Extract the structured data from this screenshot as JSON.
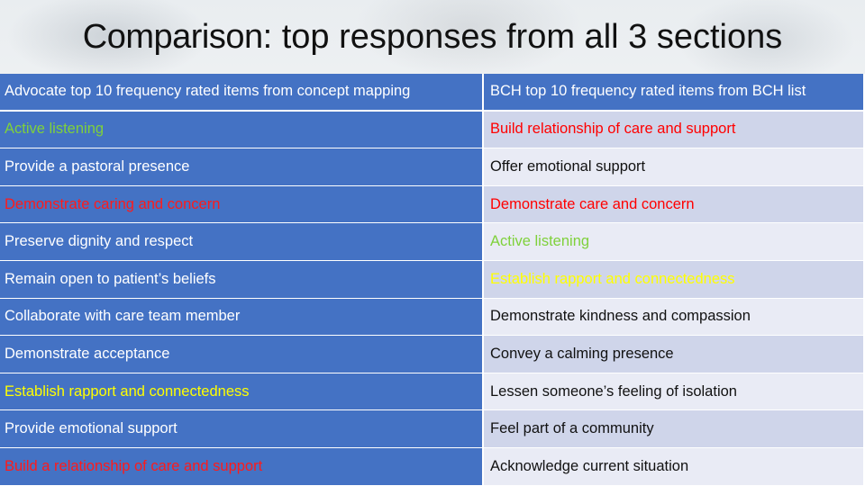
{
  "slide": {
    "title_strong": "Comparison",
    "title_rest": ": top responses from all 3 sections"
  },
  "table": {
    "headers": [
      "Advocate top 10 frequency rated items from concept mapping",
      "BCH top 10 frequency rated items from BCH list"
    ],
    "rows": [
      [
        "Active listening",
        "Build relationship of care and support"
      ],
      [
        "Provide a pastoral presence",
        "Offer emotional support"
      ],
      [
        "Demonstrate caring and concern",
        "Demonstrate care and concern"
      ],
      [
        "Preserve dignity and respect",
        "Active listening"
      ],
      [
        "Remain open to patient’s beliefs",
        "Establish rapport and connectedness"
      ],
      [
        "Collaborate with care team member",
        "Demonstrate kindness and compassion"
      ],
      [
        "Demonstrate acceptance",
        "Convey a calming presence"
      ],
      [
        "Establish rapport and connectedness",
        "Lessen someone’s feeling of isolation"
      ],
      [
        "Provide emotional support",
        "Feel part of a community"
      ],
      [
        "Build a relationship of care and support",
        "Acknowledge current situation"
      ]
    ],
    "colors": {
      "header_bg": "#4472c4",
      "left_bg": "#4472c4",
      "right_bg_odd": "#cfd5ea",
      "right_bg_even": "#e9ebf5",
      "highlight_green": "#7fd13b",
      "highlight_red": "#ff0000",
      "highlight_yellow": "#ffff00"
    }
  }
}
